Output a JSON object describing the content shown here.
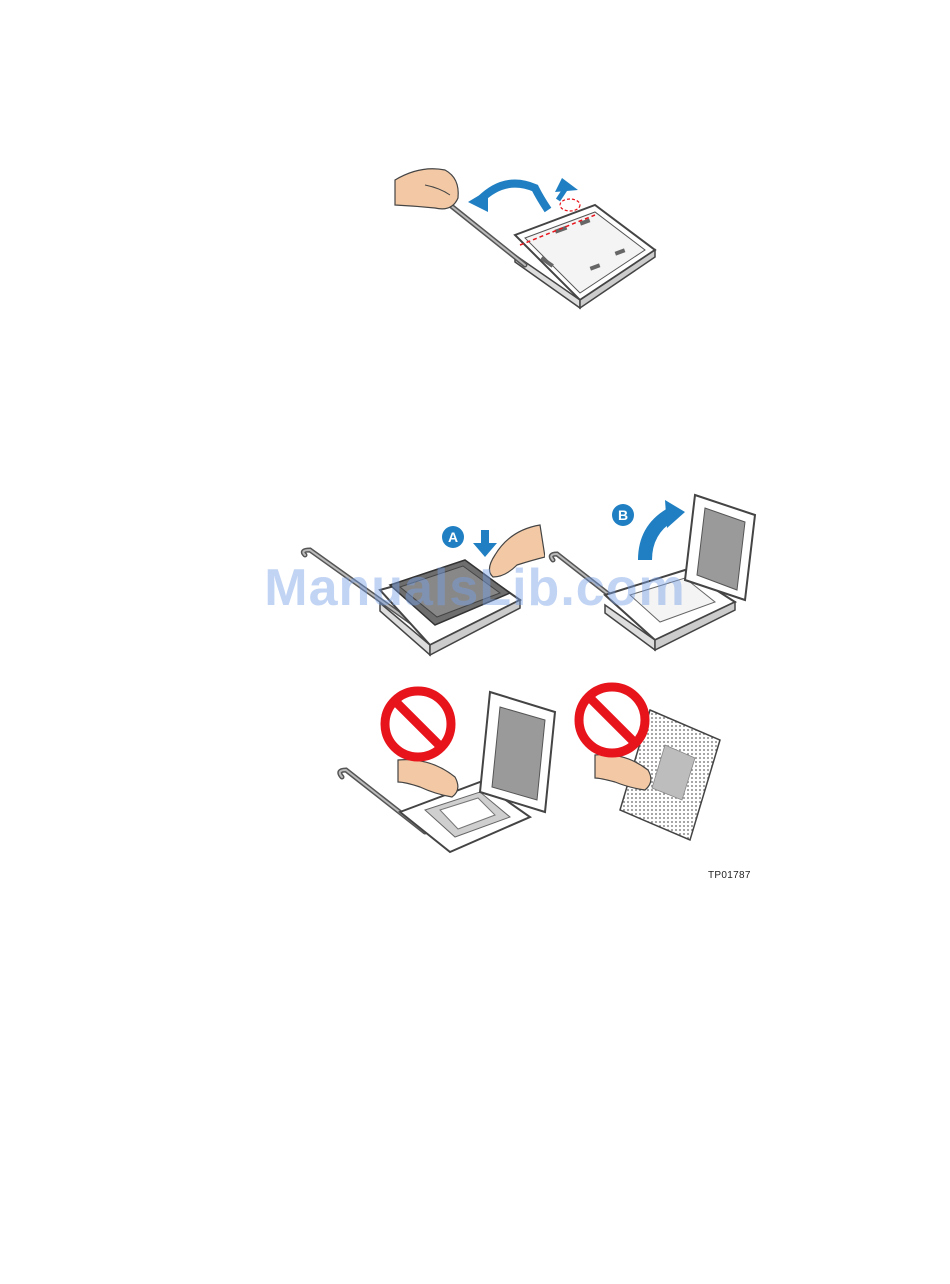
{
  "figure": {
    "code": "TP01787",
    "step_a_label": "A",
    "step_b_label": "B"
  },
  "watermark": "ManualsLib.com",
  "colors": {
    "accent_blue": "#1f7fc2",
    "prohibit_red": "#e8141c",
    "skin": "#f3c9a5",
    "socket_gray": "#555555"
  },
  "icons": [
    "hand-icon",
    "arrow-icon",
    "prohibited-icon",
    "lever-icon",
    "socket-icon",
    "processor-icon"
  ]
}
